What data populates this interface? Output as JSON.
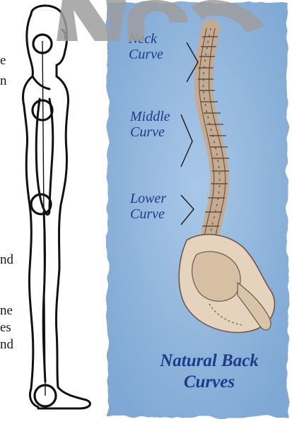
{
  "left_text_fragments": [
    "e",
    "n",
    "nd",
    "ne",
    "es",
    "nd"
  ],
  "panel": {
    "background_color": "#8fb7df",
    "label_color": "#1f3a86",
    "labels": [
      {
        "line1": "Neck",
        "line2": "Curve"
      },
      {
        "line1": "Middle",
        "line2": "Curve"
      },
      {
        "line1": "Lower",
        "line2": "Curve"
      }
    ],
    "caption_line1": "Natural Back",
    "caption_line2": "Curves"
  },
  "posture_figure": {
    "alignment_points": [
      "ear",
      "shoulder",
      "hip",
      "ankle"
    ],
    "outline_color": "#111111"
  },
  "watermark_color": "#9e9e9e"
}
